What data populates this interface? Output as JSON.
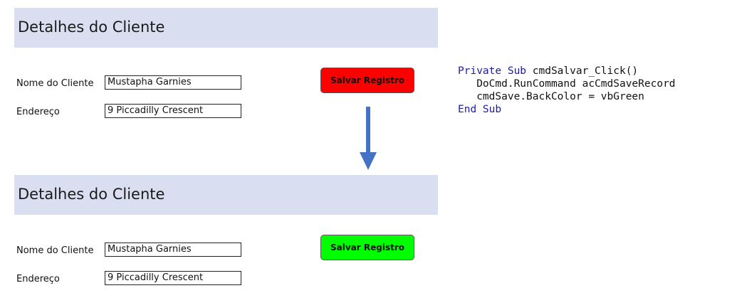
{
  "panels": [
    {
      "title": "Detalhes do Cliente",
      "name_label": "Nome do Cliente",
      "name_value": "Mustapha Garnies",
      "address_label": "Endereço",
      "address_value": "9 Piccadilly Crescent",
      "button_label": "Salvar Registro",
      "button_color": "#ff0000"
    },
    {
      "title": "Detalhes do Cliente",
      "name_label": "Nome do Cliente",
      "name_value": "Mustapha Garnies",
      "address_label": "Endereço",
      "address_value": "9 Piccadilly Crescent",
      "button_label": "Salvar Registro",
      "button_color": "#00ff00"
    }
  ],
  "arrow": {
    "icon": "arrow-down-icon",
    "color": "#4472c4"
  },
  "code": {
    "line1_kw": "Private Sub",
    "line1_rest": " cmdSalvar_Click()",
    "line2": "   DoCmd.RunCommand acCmdSaveRecord",
    "line3": "   cmdSave.BackColor = vbGreen",
    "line4_kw": "End Sub",
    "keyword_color": "#1c1c9e"
  }
}
